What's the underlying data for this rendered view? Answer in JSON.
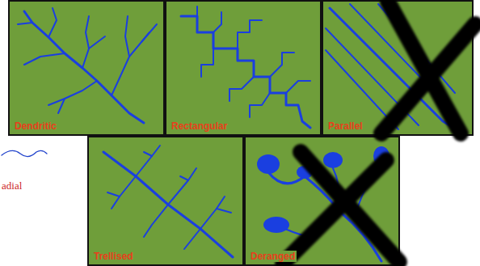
{
  "diagram": {
    "nodes": [
      {
        "text": [
          "Dendritic"
        ]
      },
      {
        "text": [
          "Rectangular"
        ]
      },
      {
        "text": [
          "Parallel"
        ]
      },
      {
        "text": [
          "Trellised"
        ]
      },
      {
        "text": [
          "Deranged"
        ]
      }
    ],
    "labels": [
      "adial"
    ]
  }
}
